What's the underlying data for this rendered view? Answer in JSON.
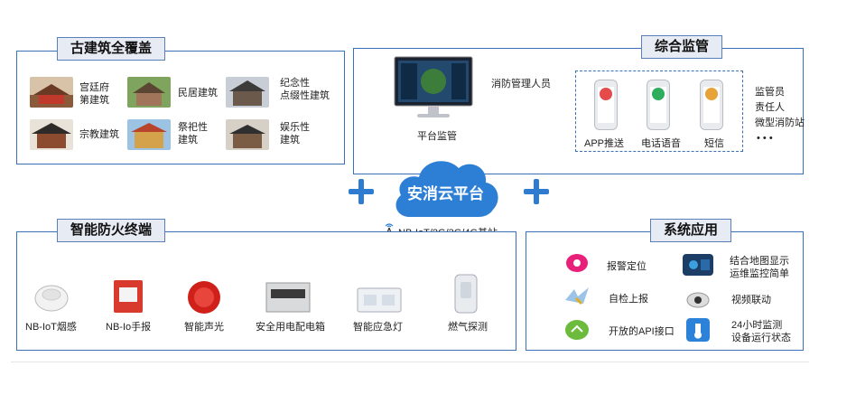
{
  "panels": {
    "ancient": {
      "title": "古建筑全覆盖",
      "items": [
        "宫廷府\n第建筑",
        "民居建筑",
        "纪念性\n点缀性建筑",
        "宗教建筑",
        "祭祀性\n建筑",
        "娱乐性\n建筑"
      ]
    },
    "monitor": {
      "title": "综合监管",
      "platform_label": "平台监管",
      "fire_staff": "消防管理人员",
      "channels": [
        "APP推送",
        "电话语音",
        "短信"
      ],
      "recipients": [
        "监管员",
        "责任人",
        "微型消防站",
        "• • •"
      ]
    },
    "terminal": {
      "title": "智能防火终端",
      "devices": [
        "NB-IoT烟感",
        "NB-Io手报",
        "智能声光",
        "安全用电配电箱",
        "智能应急灯",
        "燃气探测"
      ]
    },
    "system": {
      "title": "系统应用",
      "items": [
        "报警定位",
        "结合地图显示\n运维监控简单",
        "自检上报",
        "视频联动",
        "开放的API接口",
        "24小时监测\n设备运行状态"
      ]
    }
  },
  "cloud": {
    "label": "安消云平台",
    "network": "NB-IoT/2G/3G/4G基站"
  },
  "colors": {
    "border": "#3c70b4",
    "title_bg": "#e6ebf4",
    "cloud": "#2d7fd6",
    "plus": "#2f7bd0"
  }
}
